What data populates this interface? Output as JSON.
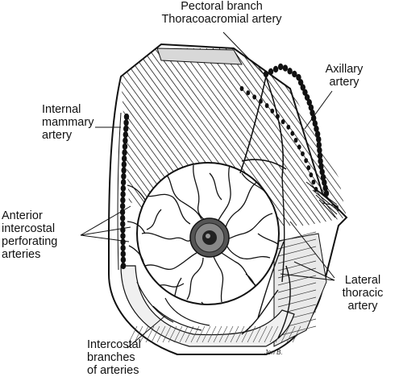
{
  "labels": {
    "pectoral": [
      "Pectoral branch",
      "Thoracoacromial artery"
    ],
    "axillary": [
      "Axillary",
      "artery"
    ],
    "internal_mammary": [
      "Internal",
      "mammary",
      "artery"
    ],
    "anterior_intercostal": [
      "Anterior",
      "intercostal",
      "perforating",
      "arteries"
    ],
    "lateral_thoracic": [
      "Lateral",
      "thoracic",
      "artery"
    ],
    "intercostal_branches": [
      "Intercostal",
      "branches",
      "of arteries"
    ]
  },
  "signature": "Jon B.",
  "colors": {
    "ink": "#111111",
    "background": "#ffffff"
  }
}
